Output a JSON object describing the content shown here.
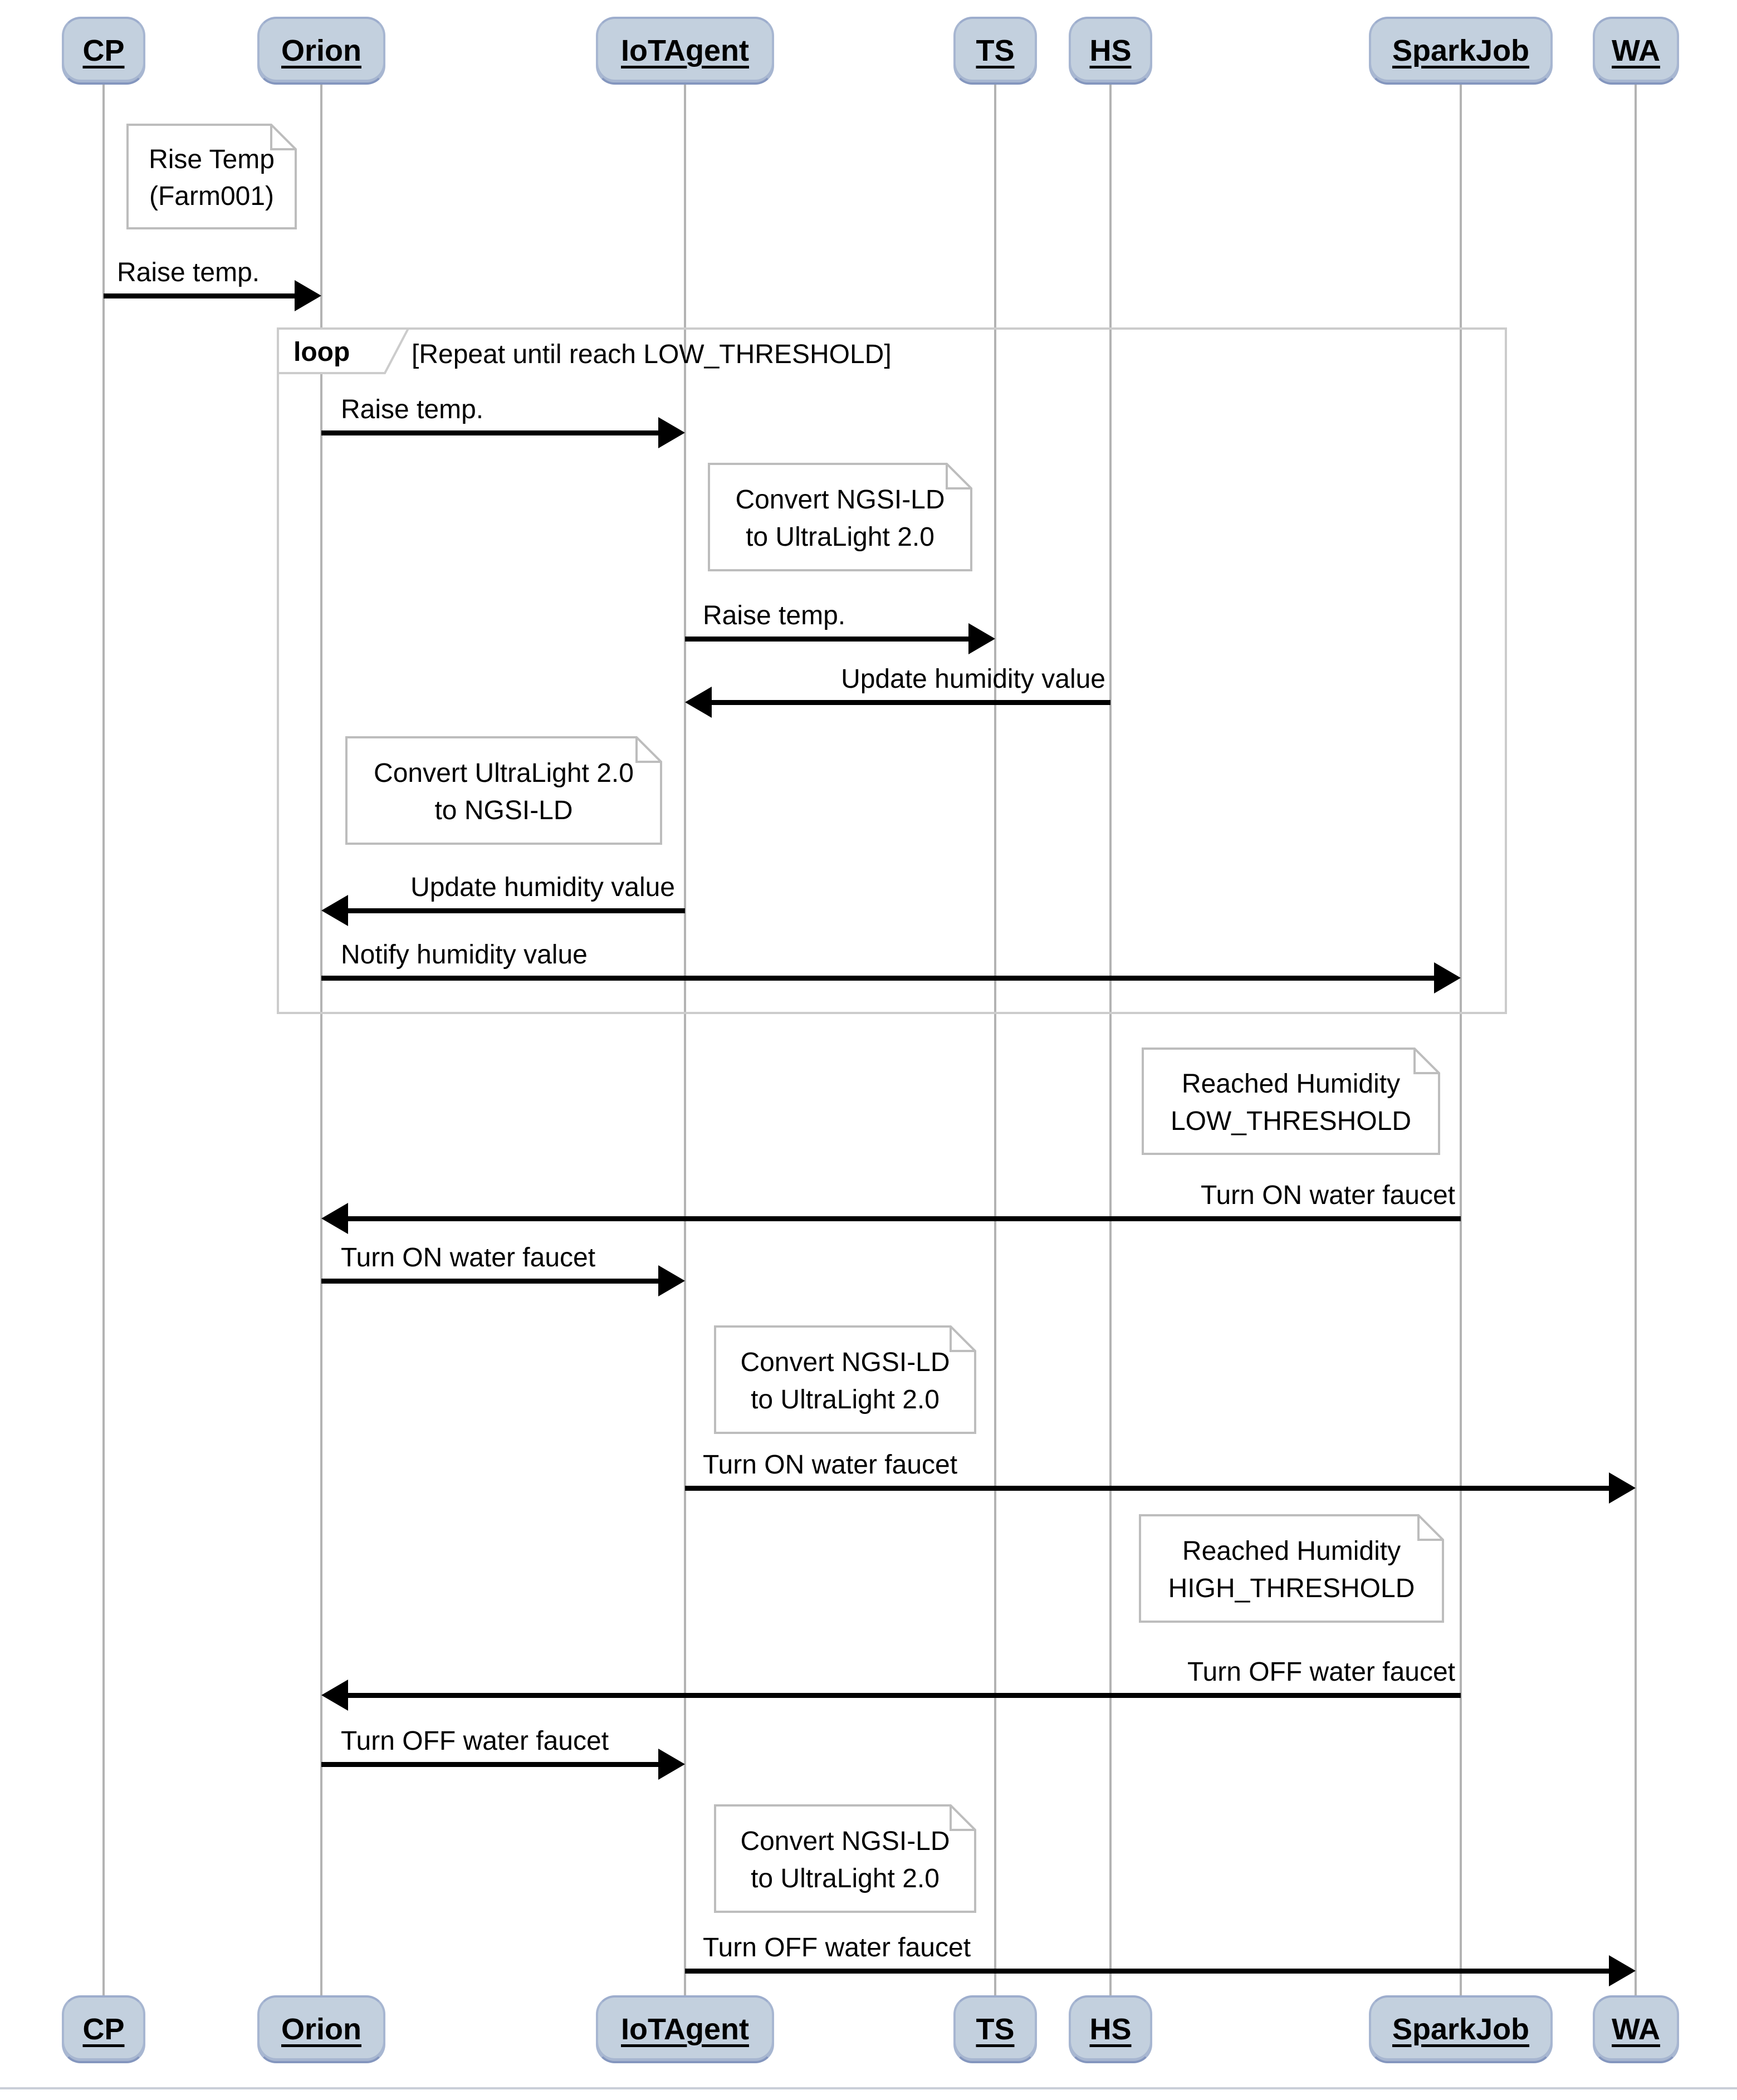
{
  "diagram": {
    "type": "uml-sequence-diagram",
    "actors": [
      {
        "id": "cp",
        "label": "CP"
      },
      {
        "id": "orion",
        "label": "Orion"
      },
      {
        "id": "iotagent",
        "label": "IoTAgent"
      },
      {
        "id": "ts",
        "label": "TS"
      },
      {
        "id": "hs",
        "label": "HS"
      },
      {
        "id": "sparkjob",
        "label": "SparkJob"
      },
      {
        "id": "wa",
        "label": "WA"
      }
    ],
    "fragment": {
      "operator": "loop",
      "guard": "[Repeat until reach LOW_THRESHOLD]"
    },
    "notes": [
      {
        "id": "rise-temp",
        "lines": [
          "Rise Temp",
          "(Farm001)"
        ]
      },
      {
        "id": "convert-ngsild-1",
        "lines": [
          "Convert NGSI-LD",
          "to UltraLight 2.0"
        ]
      },
      {
        "id": "convert-ultralight",
        "lines": [
          "Convert UltraLight 2.0",
          "to NGSI-LD"
        ]
      },
      {
        "id": "reached-low",
        "lines": [
          "Reached Humidity",
          "LOW_THRESHOLD"
        ]
      },
      {
        "id": "convert-ngsild-2",
        "lines": [
          "Convert NGSI-LD",
          "to UltraLight 2.0"
        ]
      },
      {
        "id": "reached-high",
        "lines": [
          "Reached Humidity",
          "HIGH_THRESHOLD"
        ]
      },
      {
        "id": "convert-ngsild-3",
        "lines": [
          "Convert NGSI-LD",
          "to UltraLight 2.0"
        ]
      }
    ],
    "messages": [
      {
        "label": "Raise temp.",
        "from": "CP",
        "to": "Orion"
      },
      {
        "label": "Raise temp.",
        "from": "Orion",
        "to": "IoTAgent"
      },
      {
        "label": "Raise temp.",
        "from": "IoTAgent",
        "to": "TS"
      },
      {
        "label": "Update humidity value",
        "from": "HS",
        "to": "IoTAgent"
      },
      {
        "label": "Update humidity value",
        "from": "IoTAgent",
        "to": "Orion"
      },
      {
        "label": "Notify humidity value",
        "from": "Orion",
        "to": "SparkJob"
      },
      {
        "label": "Turn ON water faucet",
        "from": "SparkJob",
        "to": "Orion"
      },
      {
        "label": "Turn ON water faucet",
        "from": "Orion",
        "to": "IoTAgent"
      },
      {
        "label": "Turn ON water faucet",
        "from": "IoTAgent",
        "to": "WA"
      },
      {
        "label": "Turn OFF water faucet",
        "from": "SparkJob",
        "to": "Orion"
      },
      {
        "label": "Turn OFF water faucet",
        "from": "Orion",
        "to": "IoTAgent"
      },
      {
        "label": "Turn OFF water faucet",
        "from": "IoTAgent",
        "to": "WA"
      }
    ],
    "colors": {
      "actor_fill": "#c3d0de",
      "actor_border": "#a7b6d1",
      "lifeline": "#b3b3b3",
      "frame_border": "#cccccc",
      "note_border": "#bdbdbd",
      "arrow": "#000000",
      "footer_line": "#c9ced8"
    }
  }
}
